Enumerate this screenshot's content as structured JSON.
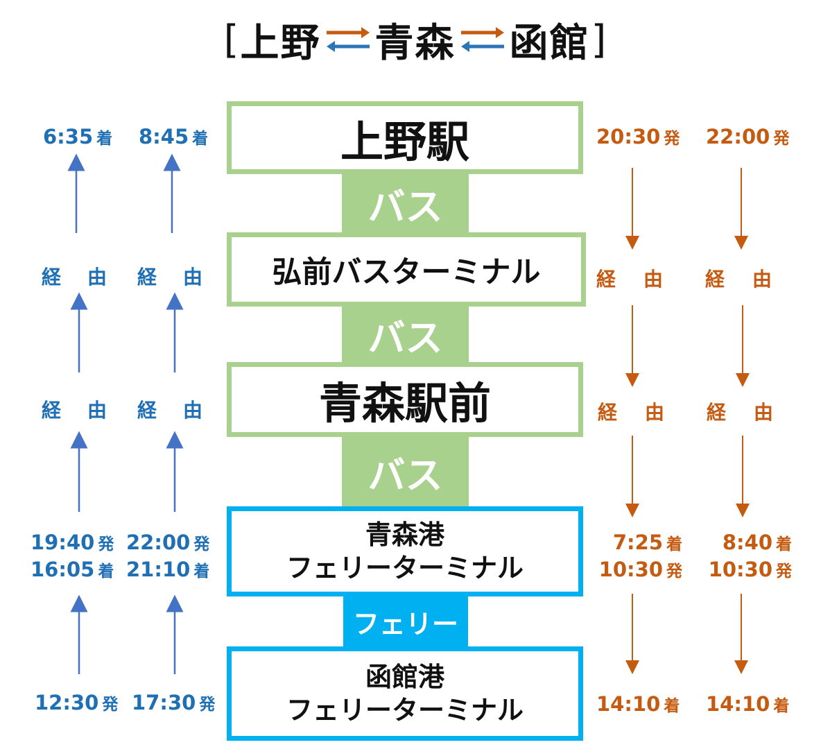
{
  "title": {
    "open_bracket": "[",
    "stops": [
      "上野",
      "青森",
      "函館"
    ],
    "close_bracket": "]"
  },
  "stations": [
    {
      "lines": [
        "上野駅"
      ]
    },
    {
      "lines": [
        "弘前バスターミナル"
      ]
    },
    {
      "lines": [
        "青森駅前"
      ]
    },
    {
      "lines": [
        "青森港",
        "フェリーターミナル"
      ]
    },
    {
      "lines": [
        "函館港",
        "フェリーターミナル"
      ]
    }
  ],
  "connectors": [
    "バス",
    "バス",
    "バス",
    "フェリー"
  ],
  "via": {
    "char1": "経",
    "char2": "由"
  },
  "suffix": {
    "arrive": "着",
    "depart": "発"
  },
  "northbound": {
    "ueno": [
      {
        "time": "6:35",
        "kind": "着"
      },
      {
        "time": "8:45",
        "kind": "着"
      }
    ],
    "aomori_port": [
      [
        {
          "time": "19:40",
          "kind": "発"
        },
        {
          "time": "16:05",
          "kind": "着"
        }
      ],
      [
        {
          "time": "22:00",
          "kind": "発"
        },
        {
          "time": "21:10",
          "kind": "着"
        }
      ]
    ],
    "hakodate_port": [
      {
        "time": "12:30",
        "kind": "発"
      },
      {
        "time": "17:30",
        "kind": "発"
      }
    ]
  },
  "southbound": {
    "ueno": [
      {
        "time": "20:30",
        "kind": "発"
      },
      {
        "time": "22:00",
        "kind": "発"
      }
    ],
    "aomori_port": [
      [
        {
          "time": "7:25",
          "kind": "着"
        },
        {
          "time": "10:30",
          "kind": "発"
        }
      ],
      [
        {
          "time": "8:40",
          "kind": "着"
        },
        {
          "time": "10:30",
          "kind": "発"
        }
      ]
    ],
    "hakodate_port": [
      {
        "time": "14:10",
        "kind": "着"
      },
      {
        "time": "14:10",
        "kind": "着"
      }
    ]
  },
  "colors": {
    "northbound": "#1f6fb4",
    "southbound": "#c55a11",
    "bus": "#a9d18e",
    "ferry": "#00b0f0"
  }
}
